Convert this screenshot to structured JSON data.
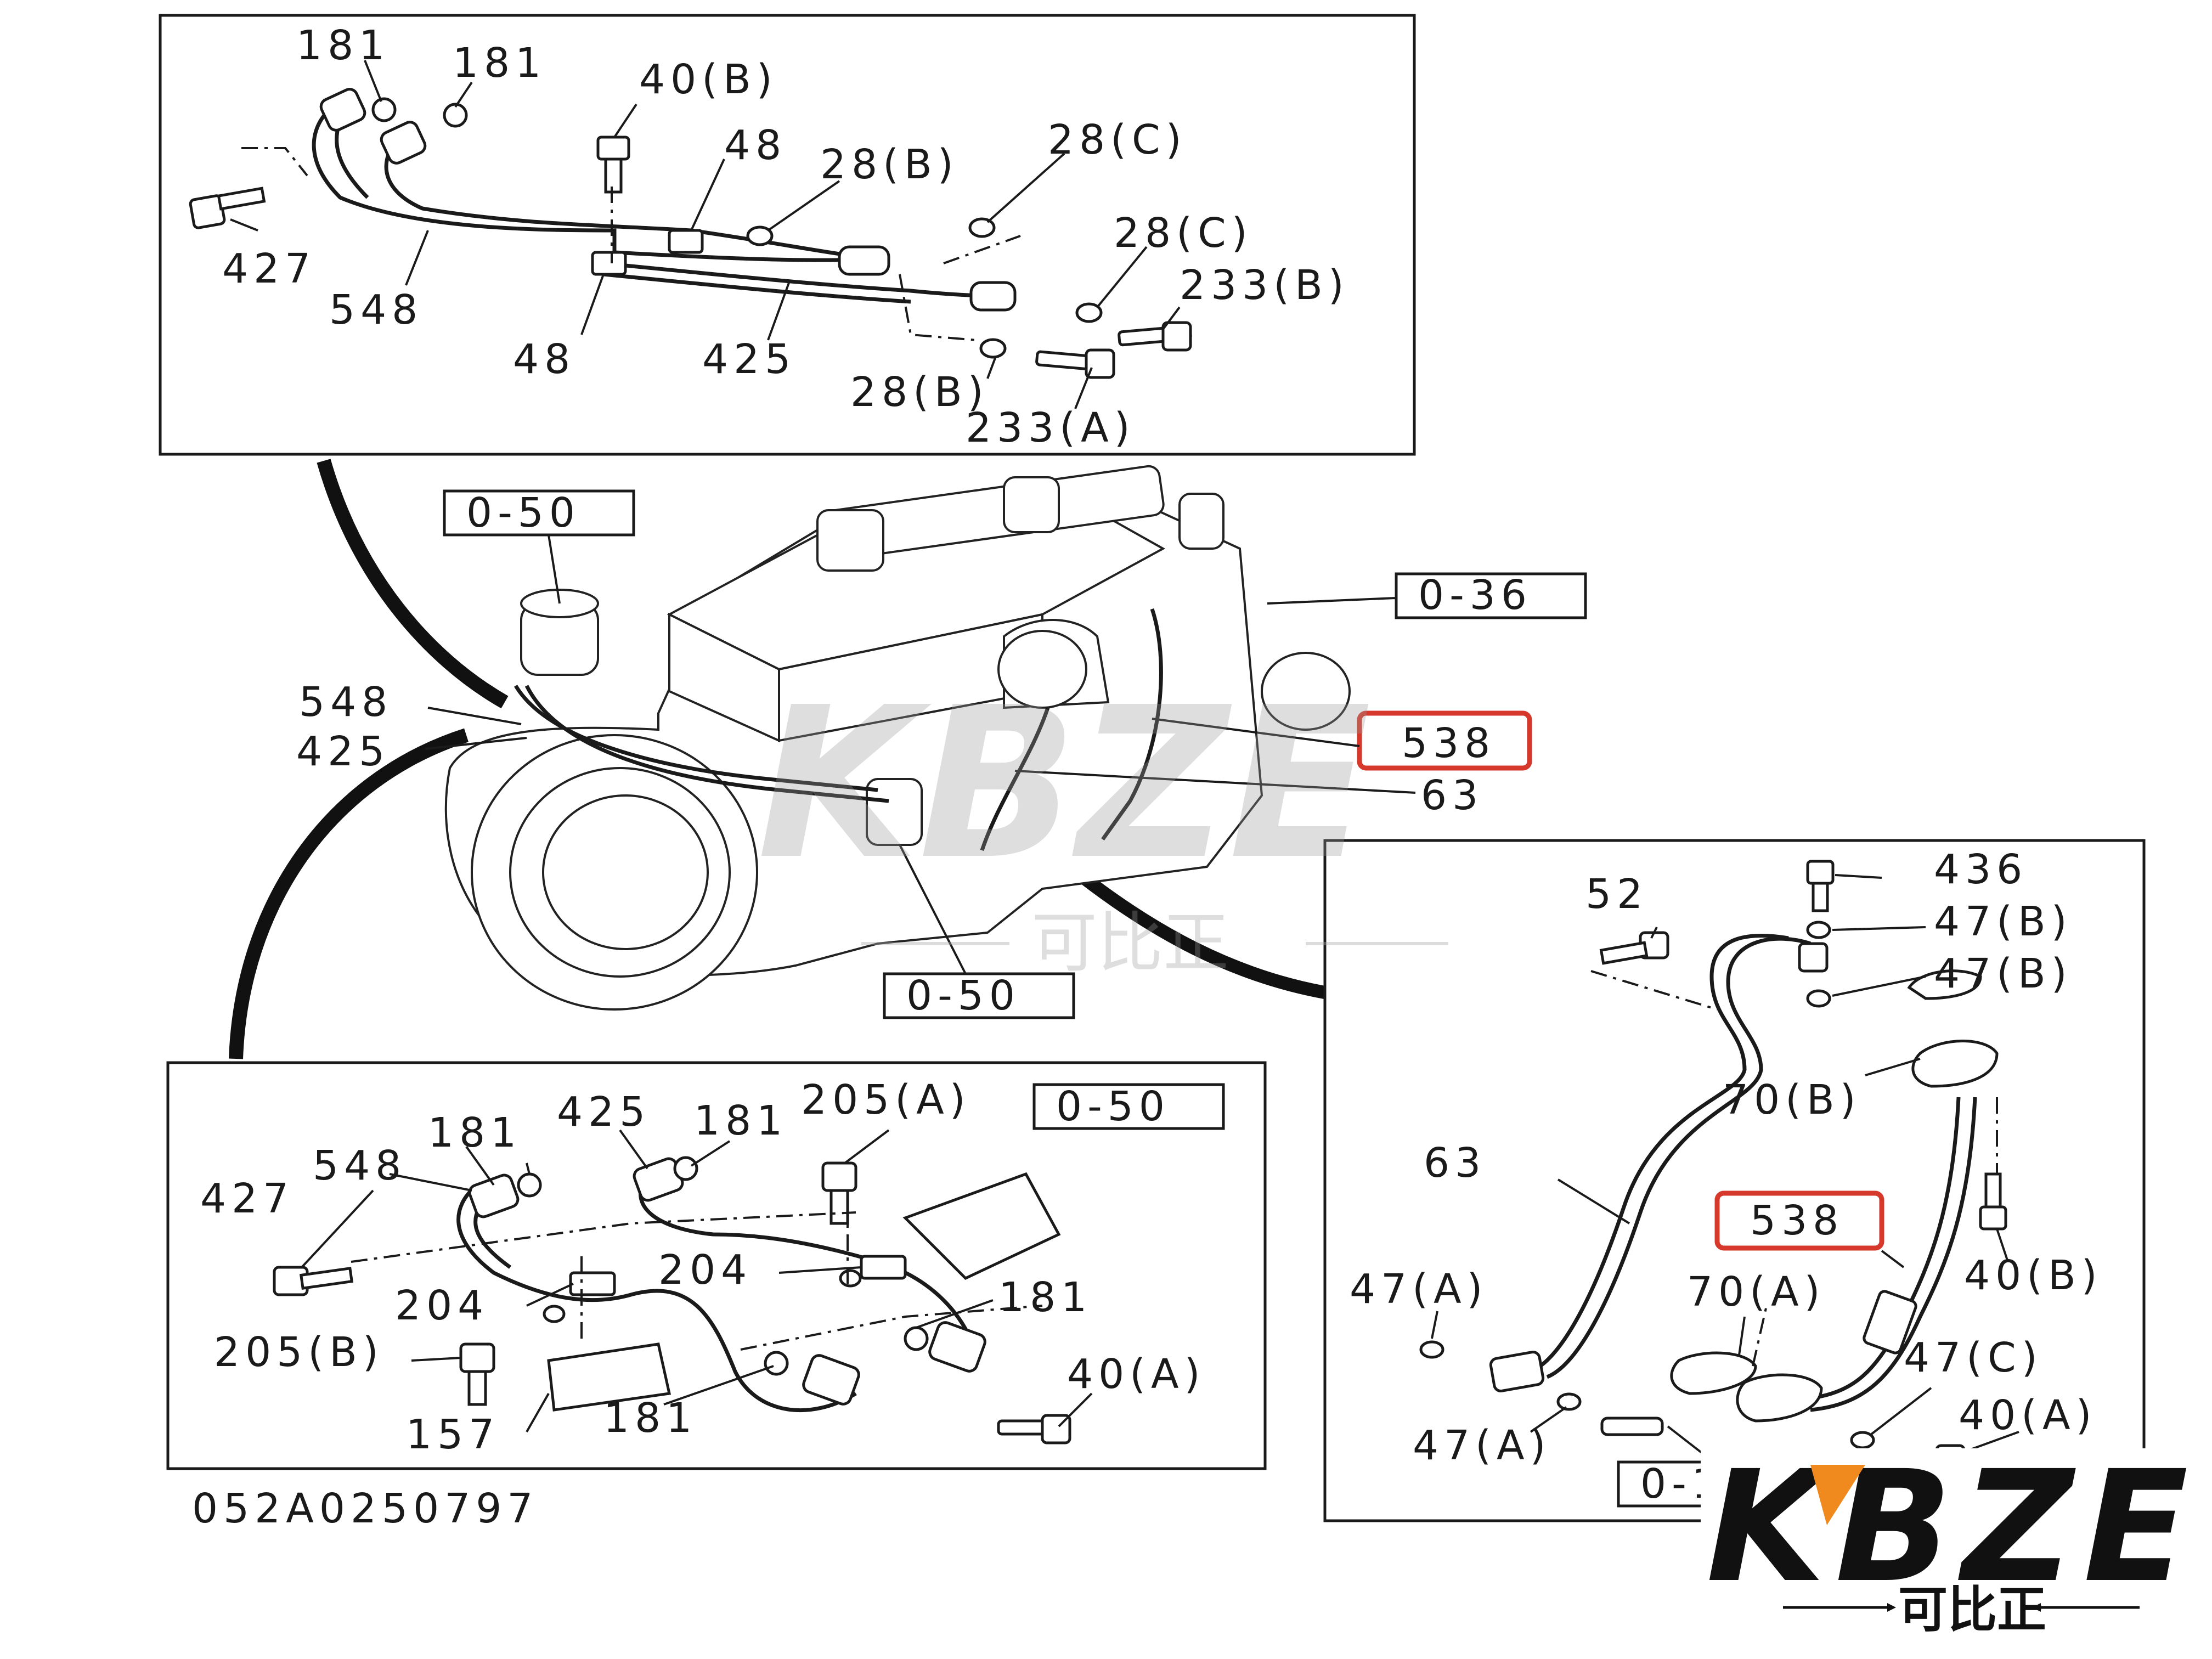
{
  "diagram": {
    "document_code": "052A0250797",
    "top_panel_labels": [
      "181",
      "181",
      "40(B)",
      "48",
      "28(B)",
      "28(C)",
      "28(C)",
      "233(B)",
      "427",
      "548",
      "48",
      "425",
      "28(B)",
      "233(A)"
    ],
    "center_labels": {
      "ref_top": "0-50",
      "ref_right": "0-36",
      "ref_bottom": "0-50",
      "label_548": "548",
      "label_425": "425",
      "label_538": "538",
      "label_63": "63"
    },
    "bottom_left_labels": [
      "181",
      "425",
      "181",
      "205(A)",
      "548",
      "427",
      "204",
      "204",
      "181",
      "205(B)",
      "181",
      "40(A)",
      "157"
    ],
    "bottom_left_ref": "0-50",
    "right_panel_labels": [
      "52",
      "436",
      "47(B)",
      "47(B)",
      "70(B)",
      "63",
      "538",
      "40(B)",
      "47(A)",
      "70(A)",
      "47(C)",
      "47(A)",
      "40(A)"
    ],
    "right_panel_ref": "0-12",
    "highlight_color": "#d6392b"
  },
  "watermark": {
    "brand": "KBZE",
    "tagline": "可比正"
  }
}
